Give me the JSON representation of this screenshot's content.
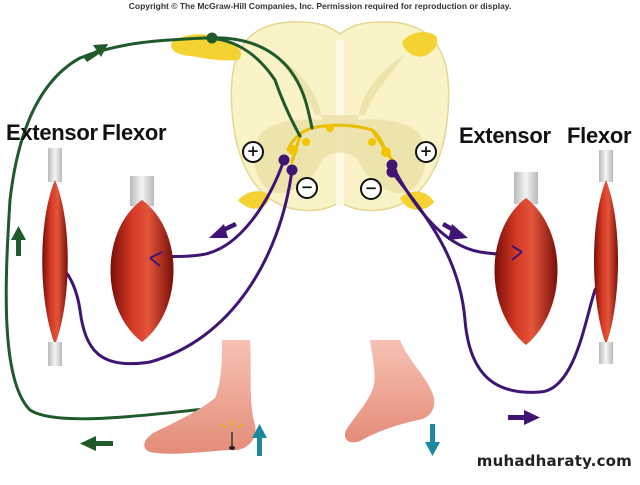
{
  "copyright": "Copyright © The McGraw-Hill Companies, Inc. Permission required for reproduction or display.",
  "labels": {
    "left_extensor": "Extensor",
    "left_flexor": "Flexor",
    "right_extensor": "Extensor",
    "right_flexor": "Flexor"
  },
  "signs": {
    "left_plus": "+",
    "left_minus": "−",
    "right_plus": "+",
    "right_minus": "−"
  },
  "watermark": "muhadharaty.com",
  "colors": {
    "sensory_neuron": "#1f5a2a",
    "motor_neuron": "#3f1475",
    "interneuron": "#e8c000",
    "muscle": "#c8281c",
    "spinal_cord": "#faf3c8",
    "gray_matter": "#e9dea6",
    "foot": "#f2a99a",
    "movement_arrow": "#1b8aa0"
  }
}
